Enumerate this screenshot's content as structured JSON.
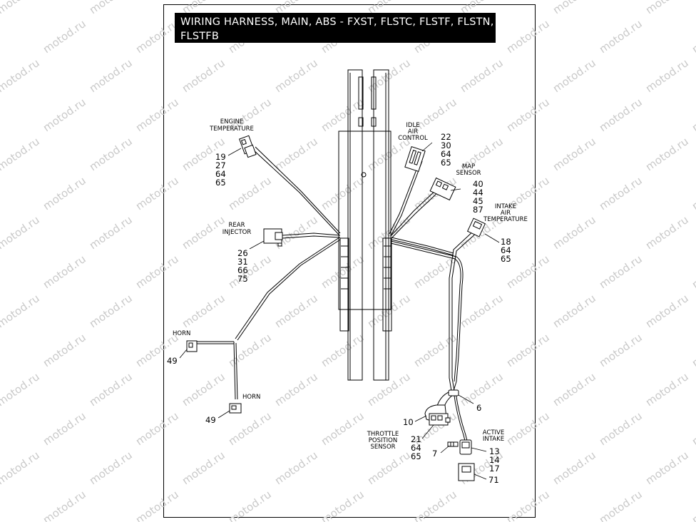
{
  "title": "WIRING HARNESS, MAIN, ABS - FXST, FLSTC, FLSTF, FLSTN, FLSTFB",
  "watermark": "motod.ru",
  "components": {
    "engine_temperature": {
      "label": [
        "ENGINE",
        "TEMPERATURE"
      ],
      "refs": [
        "19",
        "27",
        "64",
        "65"
      ]
    },
    "rear_injector": {
      "label": [
        "REAR",
        "INJECTOR"
      ],
      "refs": [
        "26",
        "31",
        "66",
        "75"
      ]
    },
    "horn_upper": {
      "label": [
        "HORN"
      ],
      "refs": [
        "49"
      ]
    },
    "horn_lower": {
      "label": [
        "HORN"
      ],
      "refs": [
        "49"
      ]
    },
    "idle_air_control": {
      "label": [
        "IDLE",
        "AIR",
        "CONTROL"
      ],
      "refs": [
        "22",
        "30",
        "64",
        "65"
      ]
    },
    "map_sensor": {
      "label": [
        "MAP",
        "SENSOR"
      ],
      "refs": [
        "40",
        "44",
        "45",
        "87"
      ]
    },
    "intake_air_temperature": {
      "label": [
        "INTAKE",
        "AIR",
        "TEMPERATURE"
      ],
      "refs": [
        "18",
        "64",
        "65"
      ]
    },
    "throttle_position_sensor": {
      "label": [
        "THROTTLE",
        "POSITION",
        "SENSOR"
      ],
      "refs": [
        "21",
        "64",
        "65"
      ]
    },
    "active_intake": {
      "label": [
        "ACTIVE",
        "INTAKE"
      ],
      "refs": [
        "13",
        "14",
        "17"
      ]
    }
  },
  "callouts": {
    "clip_6": "6",
    "clip_10": "10",
    "fitting_7": "7",
    "connector_71": "71"
  }
}
